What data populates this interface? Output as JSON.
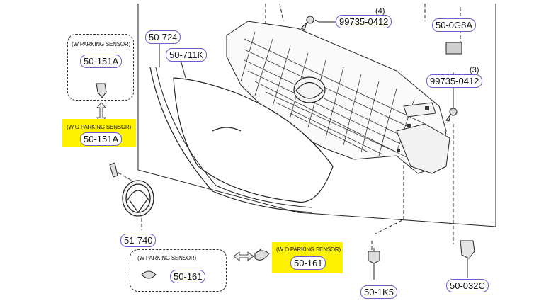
{
  "diagram": {
    "labels": {
      "p50_724": "50-724",
      "p50_711K": "50-711K",
      "p99735_top": "99735-0412",
      "p50_0G8A": "50-0G8A",
      "p99735_right": "99735-0412",
      "p50_151A_top": "50-151A",
      "p50_151A_mid": "50-151A",
      "p51_740": "51-740",
      "p50_161_left": "50-161",
      "p50_161_right": "50-161",
      "p50_1K5": "50-1K5",
      "p50_032C": "50-032C"
    },
    "quantities": {
      "q_top": "(4)",
      "q_right": "(3)"
    },
    "notes": {
      "w_parking_top": "(W PARKING SENSOR)",
      "wo_parking_mid": "(W O PARKING SENSOR)",
      "w_parking_bottom": "(W PARKING SENSOR)",
      "wo_parking_bottom": "(W O PARKING SENSOR)"
    },
    "colors": {
      "highlight": "#fff200",
      "label_border": "#6a5fc6",
      "line": "#222222"
    }
  }
}
